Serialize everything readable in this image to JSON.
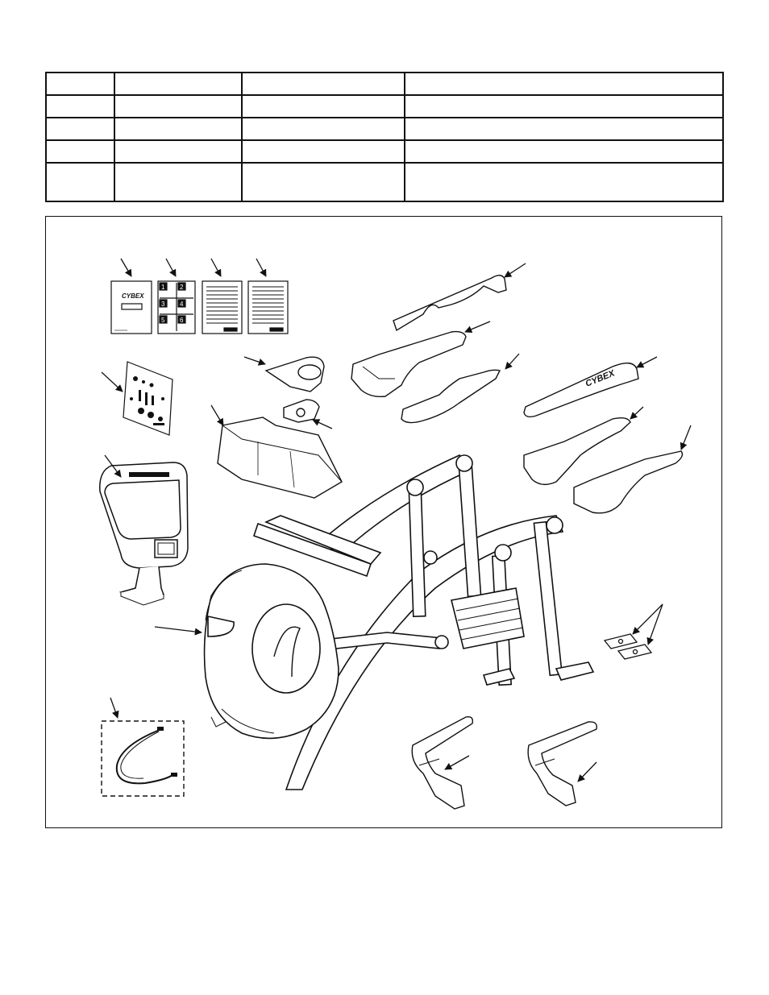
{
  "table": {
    "rows": [
      [
        "",
        "",
        "",
        ""
      ],
      [
        "",
        "",
        "",
        ""
      ],
      [
        "",
        "",
        "",
        ""
      ],
      [
        "",
        "",
        "",
        ""
      ],
      [
        "",
        "",
        "",
        ""
      ]
    ]
  },
  "figure": {
    "brand": "CYBEX",
    "sheet_numbers": [
      "1",
      "2",
      "3",
      "4",
      "5",
      "6"
    ]
  }
}
